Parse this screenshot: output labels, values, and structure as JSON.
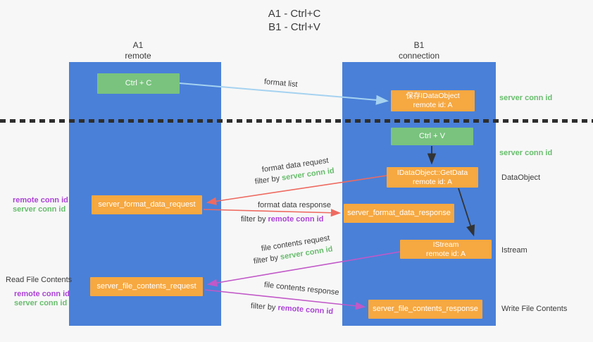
{
  "title": {
    "line1": "A1 - Ctrl+C",
    "line2": "B1 - Ctrl+V"
  },
  "lanes": {
    "left": {
      "name": "A1",
      "role": "remote"
    },
    "right": {
      "name": "B1",
      "role": "connection"
    }
  },
  "nodes": {
    "ctrl_c": {
      "label": "Ctrl + C"
    },
    "ctrl_v": {
      "label": "Ctrl + V"
    },
    "save_dataobject": {
      "line1": "保存IDataObject",
      "line2": "remote id: A"
    },
    "getdata": {
      "line1": "IDataObject::GetData",
      "line2": "remote id: A"
    },
    "istream": {
      "line1": "IStream",
      "line2": "remote id: A"
    },
    "server_format_data_request": {
      "label": "server_format_data_request"
    },
    "server_format_data_response": {
      "label": "server_format_data_response"
    },
    "server_file_contents_request": {
      "label": "server_file_contents_request"
    },
    "server_file_contents_response": {
      "label": "server_file_contents_response"
    }
  },
  "edge_labels": {
    "format_list": "format list",
    "format_data_request": "format data request",
    "format_data_response": "format data response",
    "file_contents_request": "file contents request",
    "file_contents_response": "file contents response",
    "filter_by": "filter by"
  },
  "side_labels": {
    "remote_conn_id": "remote conn id",
    "server_conn_id": "server conn id",
    "read_file_contents": "Read File Contents",
    "write_file_contents": "Write File Contents",
    "dataobject": "DataObject",
    "istream": "Istream"
  },
  "colors": {
    "background": "#f7f7f7",
    "lane_blue": "#4a80d8",
    "node_green": "#79c37e",
    "node_orange": "#f6a841",
    "arrow_lightblue": "#a5d2f0",
    "arrow_black": "#333333",
    "arrow_red": "#ee6a60",
    "arrow_magenta": "#c158c8",
    "text_green": "#67bd6c",
    "text_purple": "#ab43d6",
    "text_dark": "#3a3a3a"
  }
}
